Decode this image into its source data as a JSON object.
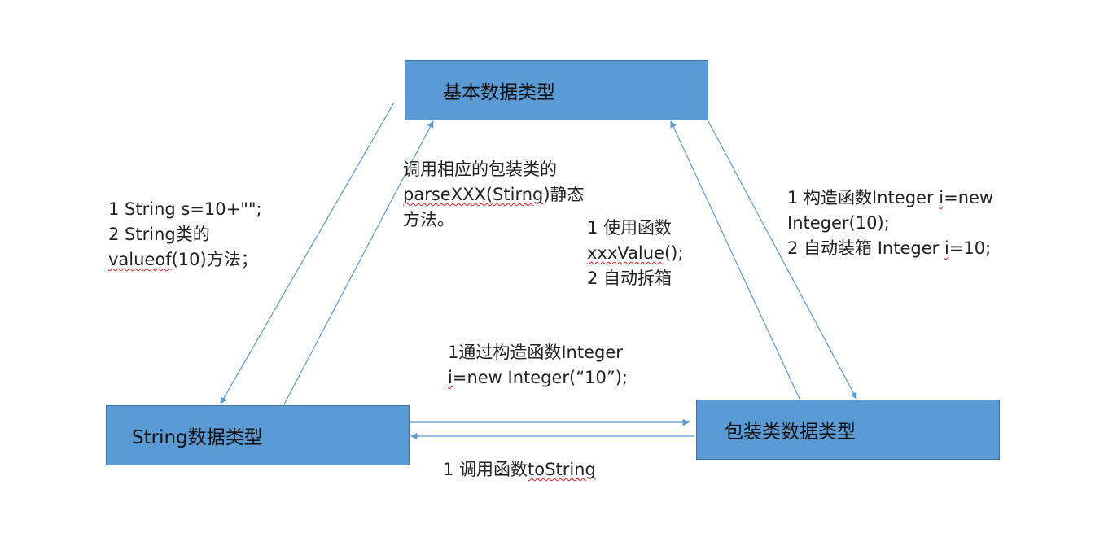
{
  "boxes": {
    "basic": "基本数据类型",
    "string": "String数据类型",
    "wrapper": "包装类数据类型"
  },
  "notes": {
    "string_to_basic": {
      "l1": "1 String s=10+\"\";",
      "l2": "2 String类的",
      "l3a": "valueof",
      "l3b": "(10)方法；"
    },
    "parse": {
      "l1": "调用相应的包装类的",
      "l2a": "parseXXX(",
      "l2b": "Stirng",
      "l2c": ")静态",
      "l3": "方法。"
    },
    "unbox": {
      "l1": "1 使用函数",
      "l2a": "xxxValue",
      "l2b": "();",
      "l3": "2 自动拆箱"
    },
    "box": {
      "l1a": "1 构造函数Integer ",
      "l1b": "i",
      "l1c": "=new",
      "l2": "Integer(10);",
      "l3a": "2 自动装箱 Integer ",
      "l3b": "i",
      "l3c": "=10;"
    },
    "constructor": {
      "l1": "1通过构造函数Integer",
      "l2a": "i",
      "l2b": "=new Integer(“10”);"
    },
    "tostring": {
      "l1a": "1 调用函数",
      "l1b": "toString"
    }
  },
  "colors": {
    "box_fill": "#5b9bd5",
    "box_border": "#41719c",
    "arrow": "#5b9bd5",
    "squiggle": "#e02020"
  }
}
